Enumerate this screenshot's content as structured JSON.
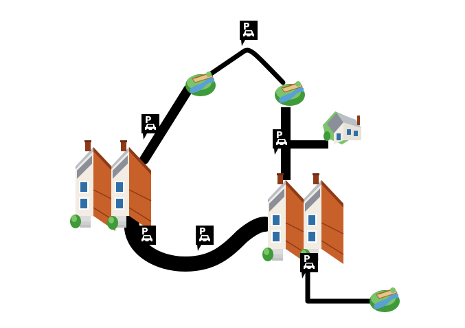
{
  "diagram": {
    "parking_label": "P",
    "colors": {
      "route": "#000000",
      "brick": "#c8602a",
      "brick_dark": "#8e3a16",
      "roof": "#8a8f9a",
      "roof_light": "#b9bec7",
      "trim": "#f2f2f2",
      "window": "#2f6fa8",
      "grass": "#3f9a3a",
      "grass_light": "#7bc46a",
      "water": "#5aa0d6",
      "bridge": "#e7c48a"
    },
    "nodes": [
      {
        "id": "townhouses-left",
        "type": "townhouse-pair"
      },
      {
        "id": "townhouses-right",
        "type": "townhouse-pair"
      },
      {
        "id": "suburban-house",
        "type": "house"
      },
      {
        "id": "bridge-left",
        "type": "bridge"
      },
      {
        "id": "bridge-right",
        "type": "bridge"
      },
      {
        "id": "bridge-bottom-right",
        "type": "bridge"
      }
    ],
    "parking_markers": [
      {
        "id": "parking-top"
      },
      {
        "id": "parking-left-upper"
      },
      {
        "id": "parking-right-upper"
      },
      {
        "id": "parking-left-lower"
      },
      {
        "id": "parking-middle-lower"
      },
      {
        "id": "parking-right-lower"
      }
    ],
    "routes": [
      {
        "id": "route-left-to-bridge-left",
        "weight": "heavy"
      },
      {
        "id": "route-bridge-left-to-top",
        "weight": "medium"
      },
      {
        "id": "route-top-to-bridge-right",
        "weight": "medium"
      },
      {
        "id": "route-bridge-right-to-townhouses-right",
        "weight": "heavy"
      },
      {
        "id": "route-branch-to-house",
        "weight": "heavy"
      },
      {
        "id": "route-townhouses-curve",
        "weight": "very-heavy"
      },
      {
        "id": "route-townhouses-right-to-bridge-bottom",
        "weight": "light"
      }
    ]
  }
}
